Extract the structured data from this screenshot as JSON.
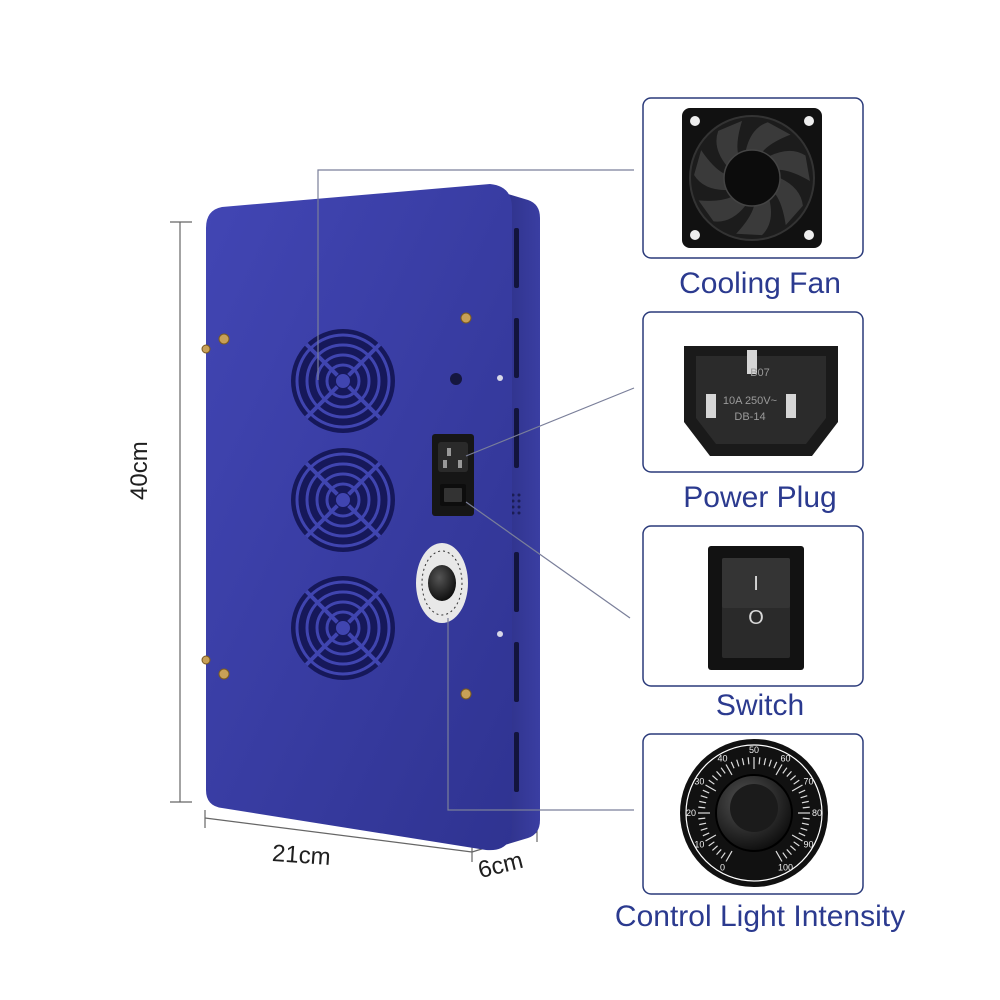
{
  "dimensions": {
    "height": "40cm",
    "width": "21cm",
    "depth": "6cm"
  },
  "callouts": [
    {
      "label": "Cooling Fan"
    },
    {
      "label": "Power Plug"
    },
    {
      "label": "Switch"
    },
    {
      "label": "Control Light Intensity"
    }
  ],
  "power_plug": {
    "model": "B07",
    "rating": "10A 250V~",
    "type": "DB-14"
  },
  "switch": {
    "on_symbol": "I",
    "off_symbol": "O"
  },
  "dial": {
    "scale": [
      "0",
      "10",
      "20",
      "30",
      "40",
      "50",
      "60",
      "70",
      "80",
      "90",
      "100"
    ]
  },
  "colors": {
    "panel": "#3b3fa8",
    "panel_dark": "#2a2e86",
    "label_text": "#2b3a8f",
    "box_border": "#2a3a7a"
  }
}
